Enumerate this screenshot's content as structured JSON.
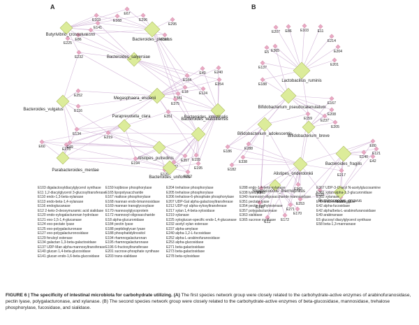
{
  "panel_a_letter": "A",
  "panel_b_letter": "B",
  "species_a": [
    "Butyrivibrio_crossotus",
    "Bacteroides_plebeius",
    "Bacteroides_salyersiae",
    "Megasphaera_elsdenii",
    "Bacteroides_vulgatus",
    "Bacteroides_intestinalis",
    "Paraprevotella_clara",
    "Bacteroides_massiliensis",
    "Alistipes_putredinis",
    "Parabacteroides_merdae",
    "Bacteroides_uniformis"
  ],
  "enzymes_a": [
    "E67",
    "E103",
    "E225",
    "E168",
    "E296",
    "E141",
    "E169",
    "E86",
    "E110",
    "E295",
    "E232",
    "E184",
    "E40",
    "E240",
    "E18",
    "E124",
    "E354",
    "E381",
    "E375",
    "E252",
    "E116",
    "E351",
    "E134",
    "E278",
    "E49",
    "E60",
    "E219",
    "E194",
    "E357",
    "E155",
    "E120",
    "E127",
    "E195",
    "E212"
  ],
  "species_b": [
    "Lactobacillus_ruminis",
    "Bifidobacterium_pseudocatenulatum",
    "Bifidobacterium_adolescentis",
    "Bifidobacterium_breve",
    "Bacteroides_fragilis",
    "Alistipes_onderdonkii",
    "Streptococcus_thermophilus",
    "Ruminococcus_gnavus"
  ],
  "enzymes_b": [
    "E207",
    "E86",
    "E103",
    "E11",
    "E214",
    "E365",
    "E204",
    "E5",
    "E201",
    "E137",
    "E188",
    "E167",
    "E208",
    "E205",
    "E237",
    "E159",
    "E186",
    "E288",
    "E338",
    "E182",
    "E80",
    "E121",
    "E140",
    "E42",
    "E217",
    "E203",
    "E340",
    "E271",
    "E12",
    "E172",
    "E253",
    "E363",
    "E196",
    "E129",
    "E170"
  ],
  "legend_columns": [
    [
      "E103 digalactosyldiacylglycerol synthase",
      "E11 1,2-diacylglycerol 3-glucosyltransferase",
      "E110 endo-1,3-beta-xylanase",
      "E113 endo-beta-1,4-xylanase",
      "E116 endoglucanase",
      "E12 2-keto-3-deoxymuramic acid sialidase",
      "E120 endo-xylogalacturonan hydrolase",
      "E121 exo-1,5-1,4-glucanase",
      "E124 exo-pectate lyase",
      "E125 exo-polygalacturonase",
      "E127 exo-polygalacturonosidase",
      "E129 feruloyl esterase",
      "E134 galactan 1,3-beta-galactosidase",
      "E137 UDP-Man alpha-mannosyltransferase",
      "E140 glucan 1,4-beta-glucosidase",
      "E141 glucan endo-1,6-beta-glucosidase"
    ],
    [
      "E159 kojibiose phosphorylase",
      "E165 lipopolysaccharide",
      "E167 maltose phosphorylase",
      "E168 mannan endo-bmannosidase",
      "E169 mannan transglycosylase",
      "E170 mannosylglycoprotein",
      "E172 mannosyl-oligosaccharide",
      "E18 alpha-glucuronidase",
      "E184 pectin lyase",
      "E188 peptidoglycan lyase",
      "E188 phosphatidylinositol",
      "E194 rhamnogalacturonan",
      "E195 rhamnogalacturonase",
      "E196 6-fructosyltransferase",
      "E201 sucrose-phosphate synthase",
      "E203 trans-sialidase"
    ],
    [
      "E204 trehalose phosphorylase",
      "E205 trehalose phosphorylase",
      "E206 trehalose-6-phosphate phosphorylase",
      "E207 UDP-Gal alpha-galactosyltransferase",
      "E212 UDP-xyl alpha-xylosyltransferase",
      "E217 xylan 1,4-beta-xylosidase",
      "E219 xylanase",
      "E225 xyloglucan-specific endo-1,4-glucanase",
      "E232 acetyl xylan esterase",
      "E237 alpha-amylase",
      "E240 alpha-1,2-L-fucosidase",
      "E252 alpha-L-arabinofuranosidase",
      "E253 alpha-glucosidase",
      "E271 beta-galactosidase",
      "E273 beta-galactosidase",
      "E278 beta-xylosidase"
    ],
    [
      "E288 endo-1,4-beta-xylanase",
      "E338 lysozyme",
      "E340 mannosyl-oligosaccharide mannosidase",
      "E351 pectate lyase",
      "E354 pectin methylesterase",
      "E357 polygalacturonase",
      "E363 sialidase",
      "E365 sucrose synthase"
    ],
    [
      "E367 UDP-3-O-acyl N-acetylglucosamine",
      "E381 xylan alpha-1,2-glucuronidase",
      "E382 xylanase",
      "E40 arabinofuranosidase",
      "E42 alpha-fucosidase",
      "E42 alpha/beta-L-arabinofuranosidase",
      "E49 arabinanase",
      "E5 glucosyl diacylglycerol synthase",
      "E58 beta-1,3-mannanase"
    ]
  ],
  "caption": {
    "bold": "FIGURE 6 | The specificity of intestinal microbiota for carbohydrate utilizing. (A)",
    "text": " The first species network group were closely related to the carbohydrate-active enzymes of arabinofuranosidase, pectin lyase, polygalacturonase, and xylanase. (B) The second species network group were closely related to the carbohydrate-active enzymes of beta-glucosidase, mannosidase, trehalose phosphorylase, fucosidase, and sialidase."
  },
  "colors": {
    "edge": "#d3b6d8",
    "species_fill": "#dcec9a",
    "species_stroke": "#aebd66",
    "enzyme_fill": "#e9a8c2",
    "enzyme_stroke": "#c27e9d"
  }
}
